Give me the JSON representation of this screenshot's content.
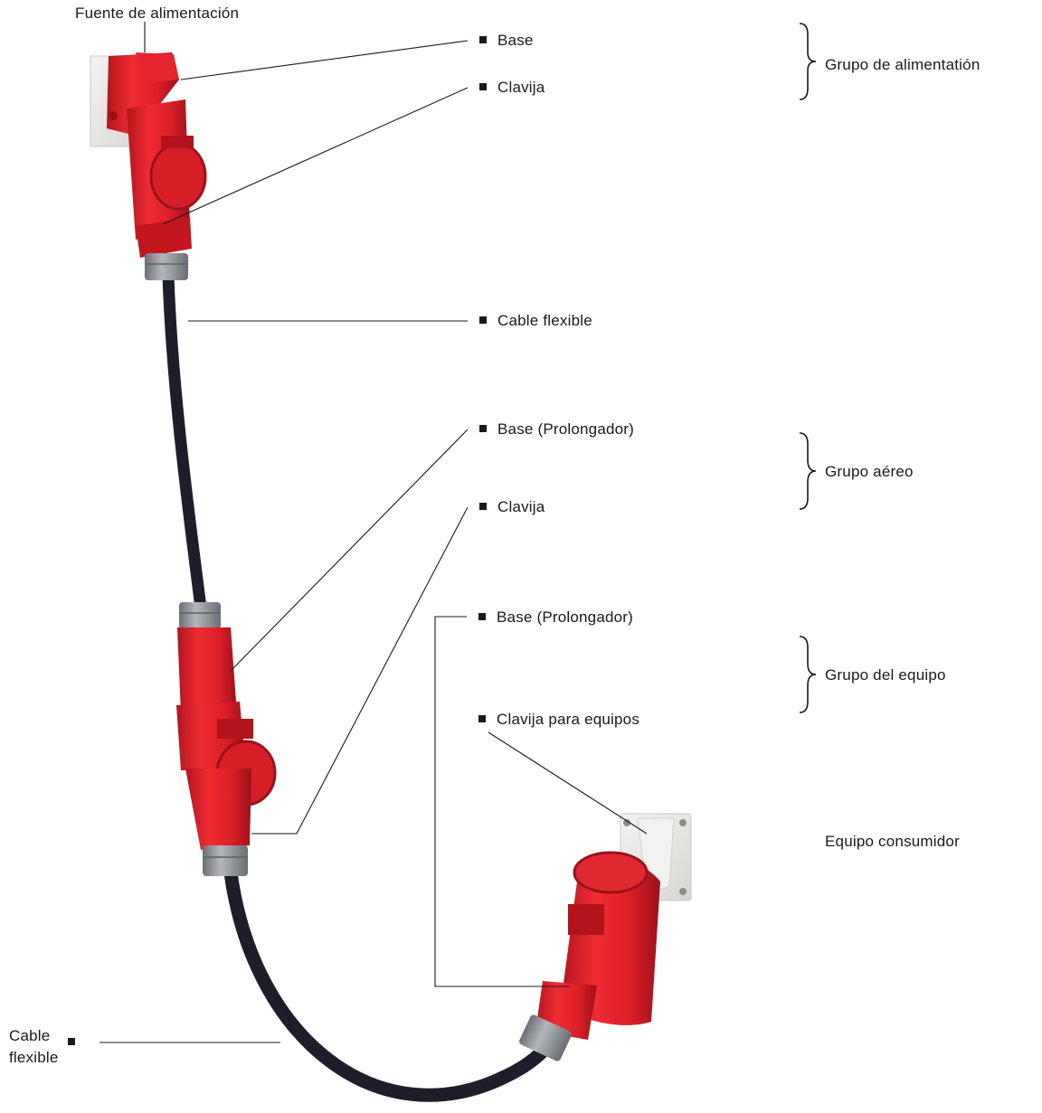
{
  "title": "Fuente de alimentación",
  "labels": {
    "base_1": "Base",
    "clavija_1": "Clavija",
    "cable_1": "Cable flexible",
    "base_2": "Base (Prolongador)",
    "clavija_2": "Clavija",
    "base_3": "Base (Prolongador)",
    "clavija_3": "Clavija para equipos",
    "cable_2_line1": "Cable",
    "cable_2_line2": "flexible"
  },
  "groups": {
    "alimentacion": "Grupo de alimentatión",
    "aereo": "Grupo aéreo",
    "equipo": "Grupo del equipo",
    "consumidor": "Equipo consumidor"
  },
  "colors": {
    "plug_red": "#e4202a",
    "plug_dark_red": "#a8141b",
    "cable": "#1e1e2a",
    "gland_grey": "#8c9096",
    "wall_plate": "#e8e8e6"
  }
}
